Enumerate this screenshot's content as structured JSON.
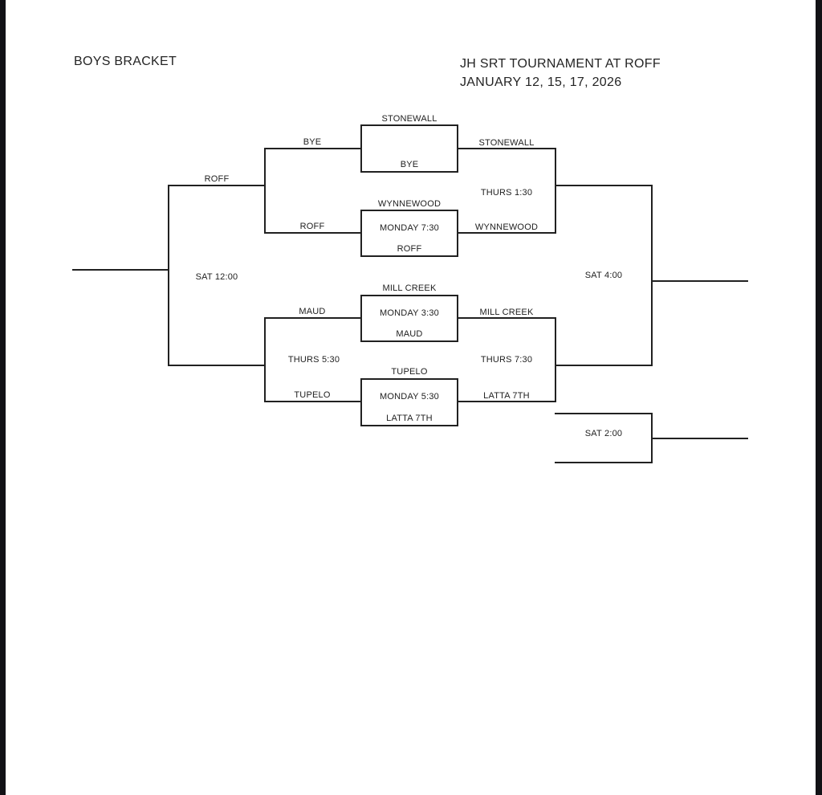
{
  "header": {
    "left_title": "BOYS BRACKET",
    "right_title_line1": "JH SRT TOURNAMENT AT ROFF",
    "right_title_line2": "JANUARY 12, 15, 17, 2026"
  },
  "round1_games": [
    {
      "name_above": "STONEWALL",
      "time": "",
      "name_inside": "BYE",
      "left_line_label": "BYE",
      "right_line_label": "STONEWALL"
    },
    {
      "name_above": "WYNNEWOOD",
      "time": "MONDAY 7:30",
      "name_inside": "ROFF",
      "left_line_label": "ROFF",
      "right_line_label": "WYNNEWOOD"
    },
    {
      "name_above": "MILL CREEK",
      "time": "MONDAY 3:30",
      "name_inside": "MAUD",
      "left_line_label": "MAUD",
      "right_line_label": "MILL CREEK"
    },
    {
      "name_above": "TUPELO",
      "time": "MONDAY 5:30",
      "name_inside": "LATTA 7TH",
      "left_line_label": "TUPELO",
      "right_line_label": "LATTA 7TH"
    }
  ],
  "connector_labels": {
    "consolation_semi_winner": "ROFF",
    "consolation_semi_bottom_time": "THURS 5:30",
    "consolation_final_time": "SAT 12:00",
    "semifinal_top_time": "THURS 1:30",
    "semifinal_bottom_time": "THURS 7:30",
    "championship_time": "SAT 4:00",
    "third_place_time": "SAT 2:00"
  },
  "colors": {
    "line": "#212121",
    "page_background": "#ffffff",
    "frame_background": "#121216"
  }
}
